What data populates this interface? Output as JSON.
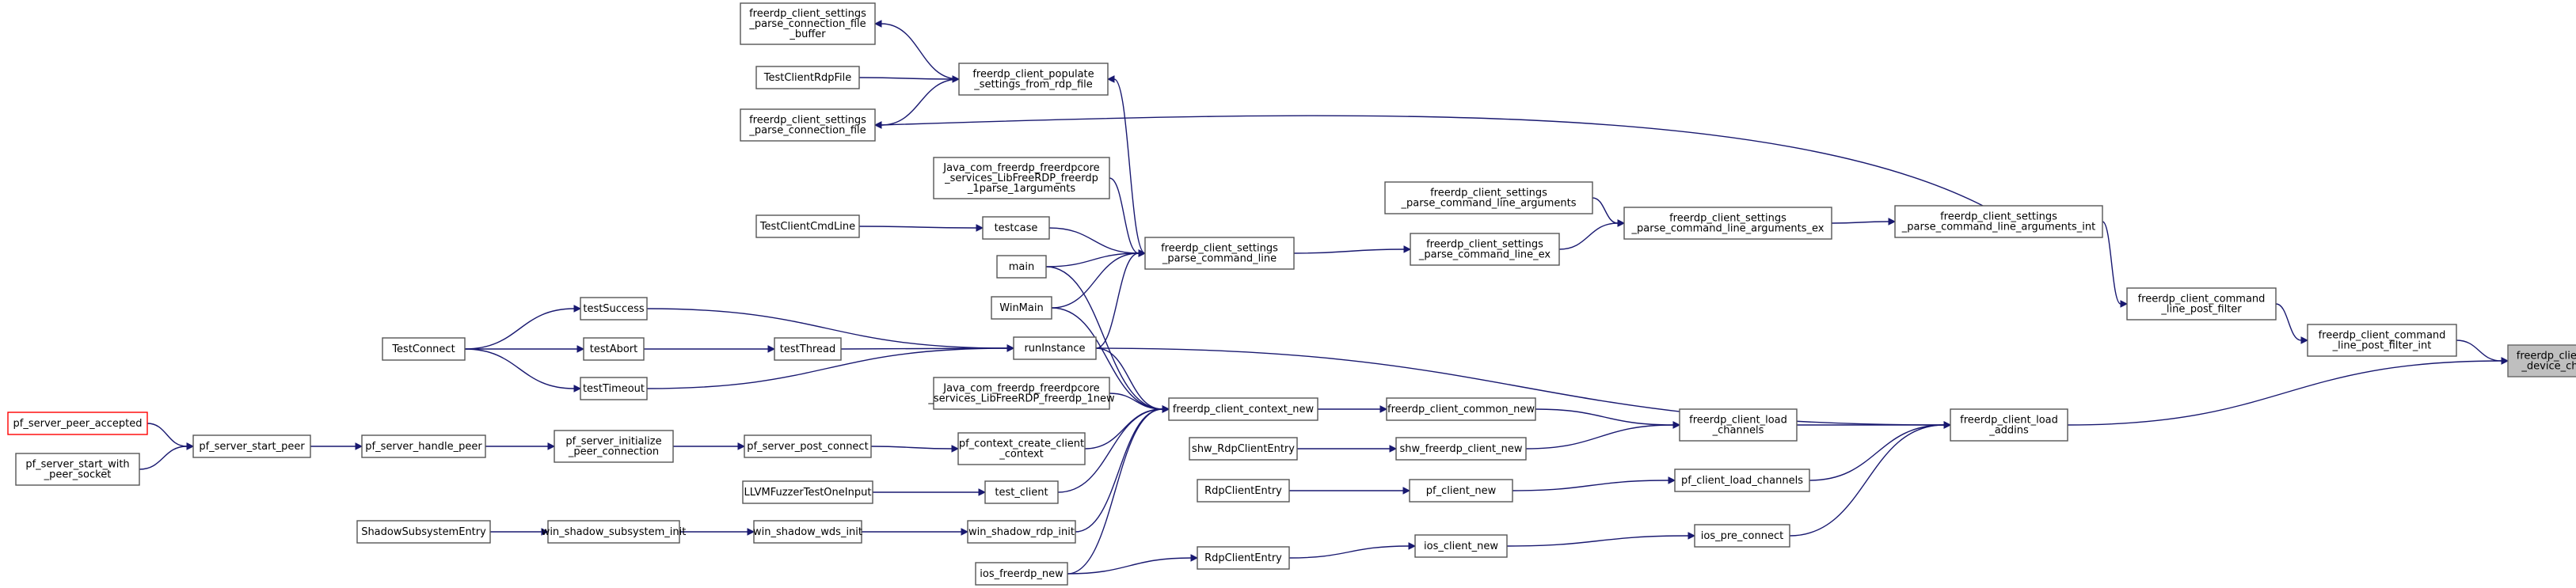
{
  "graph": {
    "nodes": [
      {
        "id": "root",
        "lines": [
          "freerdp_client_add",
          "_device_channel"
        ]
      },
      {
        "id": "cmd_post_filter_int",
        "lines": [
          "freerdp_client_command",
          "_line_post_filter_int"
        ]
      },
      {
        "id": "cmd_post_filter",
        "lines": [
          "freerdp_client_command",
          "_line_post_filter"
        ]
      },
      {
        "id": "parse_args_int",
        "lines": [
          "freerdp_client_settings",
          "_parse_command_line_arguments_int"
        ]
      },
      {
        "id": "parse_args_ex",
        "lines": [
          "freerdp_client_settings",
          "_parse_command_line_arguments_ex"
        ]
      },
      {
        "id": "parse_args",
        "lines": [
          "freerdp_client_settings",
          "_parse_command_line_arguments"
        ]
      },
      {
        "id": "parse_cmd_ex",
        "lines": [
          "freerdp_client_settings",
          "_parse_command_line_ex"
        ]
      },
      {
        "id": "parse_cmd",
        "lines": [
          "freerdp_client_settings",
          "_parse_command_line"
        ]
      },
      {
        "id": "parse_conn_file",
        "lines": [
          "freerdp_client_settings",
          "_parse_connection_file"
        ]
      },
      {
        "id": "parse_conn_buffer",
        "lines": [
          "freerdp_client_settings",
          "_parse_connection_file",
          "_buffer"
        ]
      },
      {
        "id": "populate",
        "lines": [
          "freerdp_client_populate",
          "_settings_from_rdp_file"
        ]
      },
      {
        "id": "test_rdp_file",
        "lines": [
          "TestClientRdpFile"
        ]
      },
      {
        "id": "java_parse",
        "lines": [
          "Java_com_freerdp_freerdpcore",
          "_services_LibFreeRDP_freerdp",
          "_1parse_1arguments"
        ]
      },
      {
        "id": "testcase",
        "lines": [
          "testcase"
        ]
      },
      {
        "id": "test_cmdline",
        "lines": [
          "TestClientCmdLine"
        ]
      },
      {
        "id": "main",
        "lines": [
          "main"
        ]
      },
      {
        "id": "winmain",
        "lines": [
          "WinMain"
        ]
      },
      {
        "id": "runinstance",
        "lines": [
          "runInstance"
        ]
      },
      {
        "id": "testsuccess",
        "lines": [
          "testSuccess"
        ]
      },
      {
        "id": "testabort",
        "lines": [
          "testAbort"
        ]
      },
      {
        "id": "testthread",
        "lines": [
          "testThread"
        ]
      },
      {
        "id": "testtimeout",
        "lines": [
          "testTimeout"
        ]
      },
      {
        "id": "testconnect",
        "lines": [
          "TestConnect"
        ]
      },
      {
        "id": "load_addins",
        "lines": [
          "freerdp_client_load",
          "_addins"
        ]
      },
      {
        "id": "load_channels",
        "lines": [
          "freerdp_client_load",
          "_channels"
        ]
      },
      {
        "id": "common_new",
        "lines": [
          "freerdp_client_common_new"
        ]
      },
      {
        "id": "context_new",
        "lines": [
          "freerdp_client_context_new"
        ]
      },
      {
        "id": "java_new",
        "lines": [
          "Java_com_freerdp_freerdpcore",
          "_services_LibFreeRDP_freerdp_1new"
        ]
      },
      {
        "id": "shw_freerdp_new",
        "lines": [
          "shw_freerdp_client_new"
        ]
      },
      {
        "id": "shw_entry",
        "lines": [
          "shw_RdpClientEntry"
        ]
      },
      {
        "id": "pf_load_channels",
        "lines": [
          "pf_client_load_channels"
        ]
      },
      {
        "id": "pf_client_new",
        "lines": [
          "pf_client_new"
        ]
      },
      {
        "id": "rdp_entry_pf",
        "lines": [
          "RdpClientEntry"
        ]
      },
      {
        "id": "ios_pre_connect",
        "lines": [
          "ios_pre_connect"
        ]
      },
      {
        "id": "ios_client_new",
        "lines": [
          "ios_client_new"
        ]
      },
      {
        "id": "rdp_entry_ios",
        "lines": [
          "RdpClientEntry"
        ]
      },
      {
        "id": "ios_freerdp_new",
        "lines": [
          "ios_freerdp_new"
        ]
      },
      {
        "id": "pf_create_ctx",
        "lines": [
          "pf_context_create_client",
          "_context"
        ]
      },
      {
        "id": "test_client",
        "lines": [
          "test_client"
        ]
      },
      {
        "id": "llvm_fuzzer",
        "lines": [
          "LLVMFuzzerTestOneInput"
        ]
      },
      {
        "id": "win_shadow_rdp",
        "lines": [
          "win_shadow_rdp_init"
        ]
      },
      {
        "id": "win_shadow_wds",
        "lines": [
          "win_shadow_wds_init"
        ]
      },
      {
        "id": "win_shadow_subsys",
        "lines": [
          "win_shadow_subsystem_init"
        ]
      },
      {
        "id": "shadow_entry",
        "lines": [
          "ShadowSubsystemEntry"
        ]
      },
      {
        "id": "pf_post_connect",
        "lines": [
          "pf_server_post_connect"
        ]
      },
      {
        "id": "pf_init_peer",
        "lines": [
          "pf_server_initialize",
          "_peer_connection"
        ]
      },
      {
        "id": "pf_handle_peer",
        "lines": [
          "pf_server_handle_peer"
        ]
      },
      {
        "id": "pf_start_peer",
        "lines": [
          "pf_server_start_peer"
        ]
      },
      {
        "id": "pf_peer_accepted",
        "lines": [
          "pf_server_peer_accepted"
        ]
      },
      {
        "id": "pf_start_socket",
        "lines": [
          "pf_server_start_with",
          "_peer_socket"
        ]
      }
    ]
  }
}
